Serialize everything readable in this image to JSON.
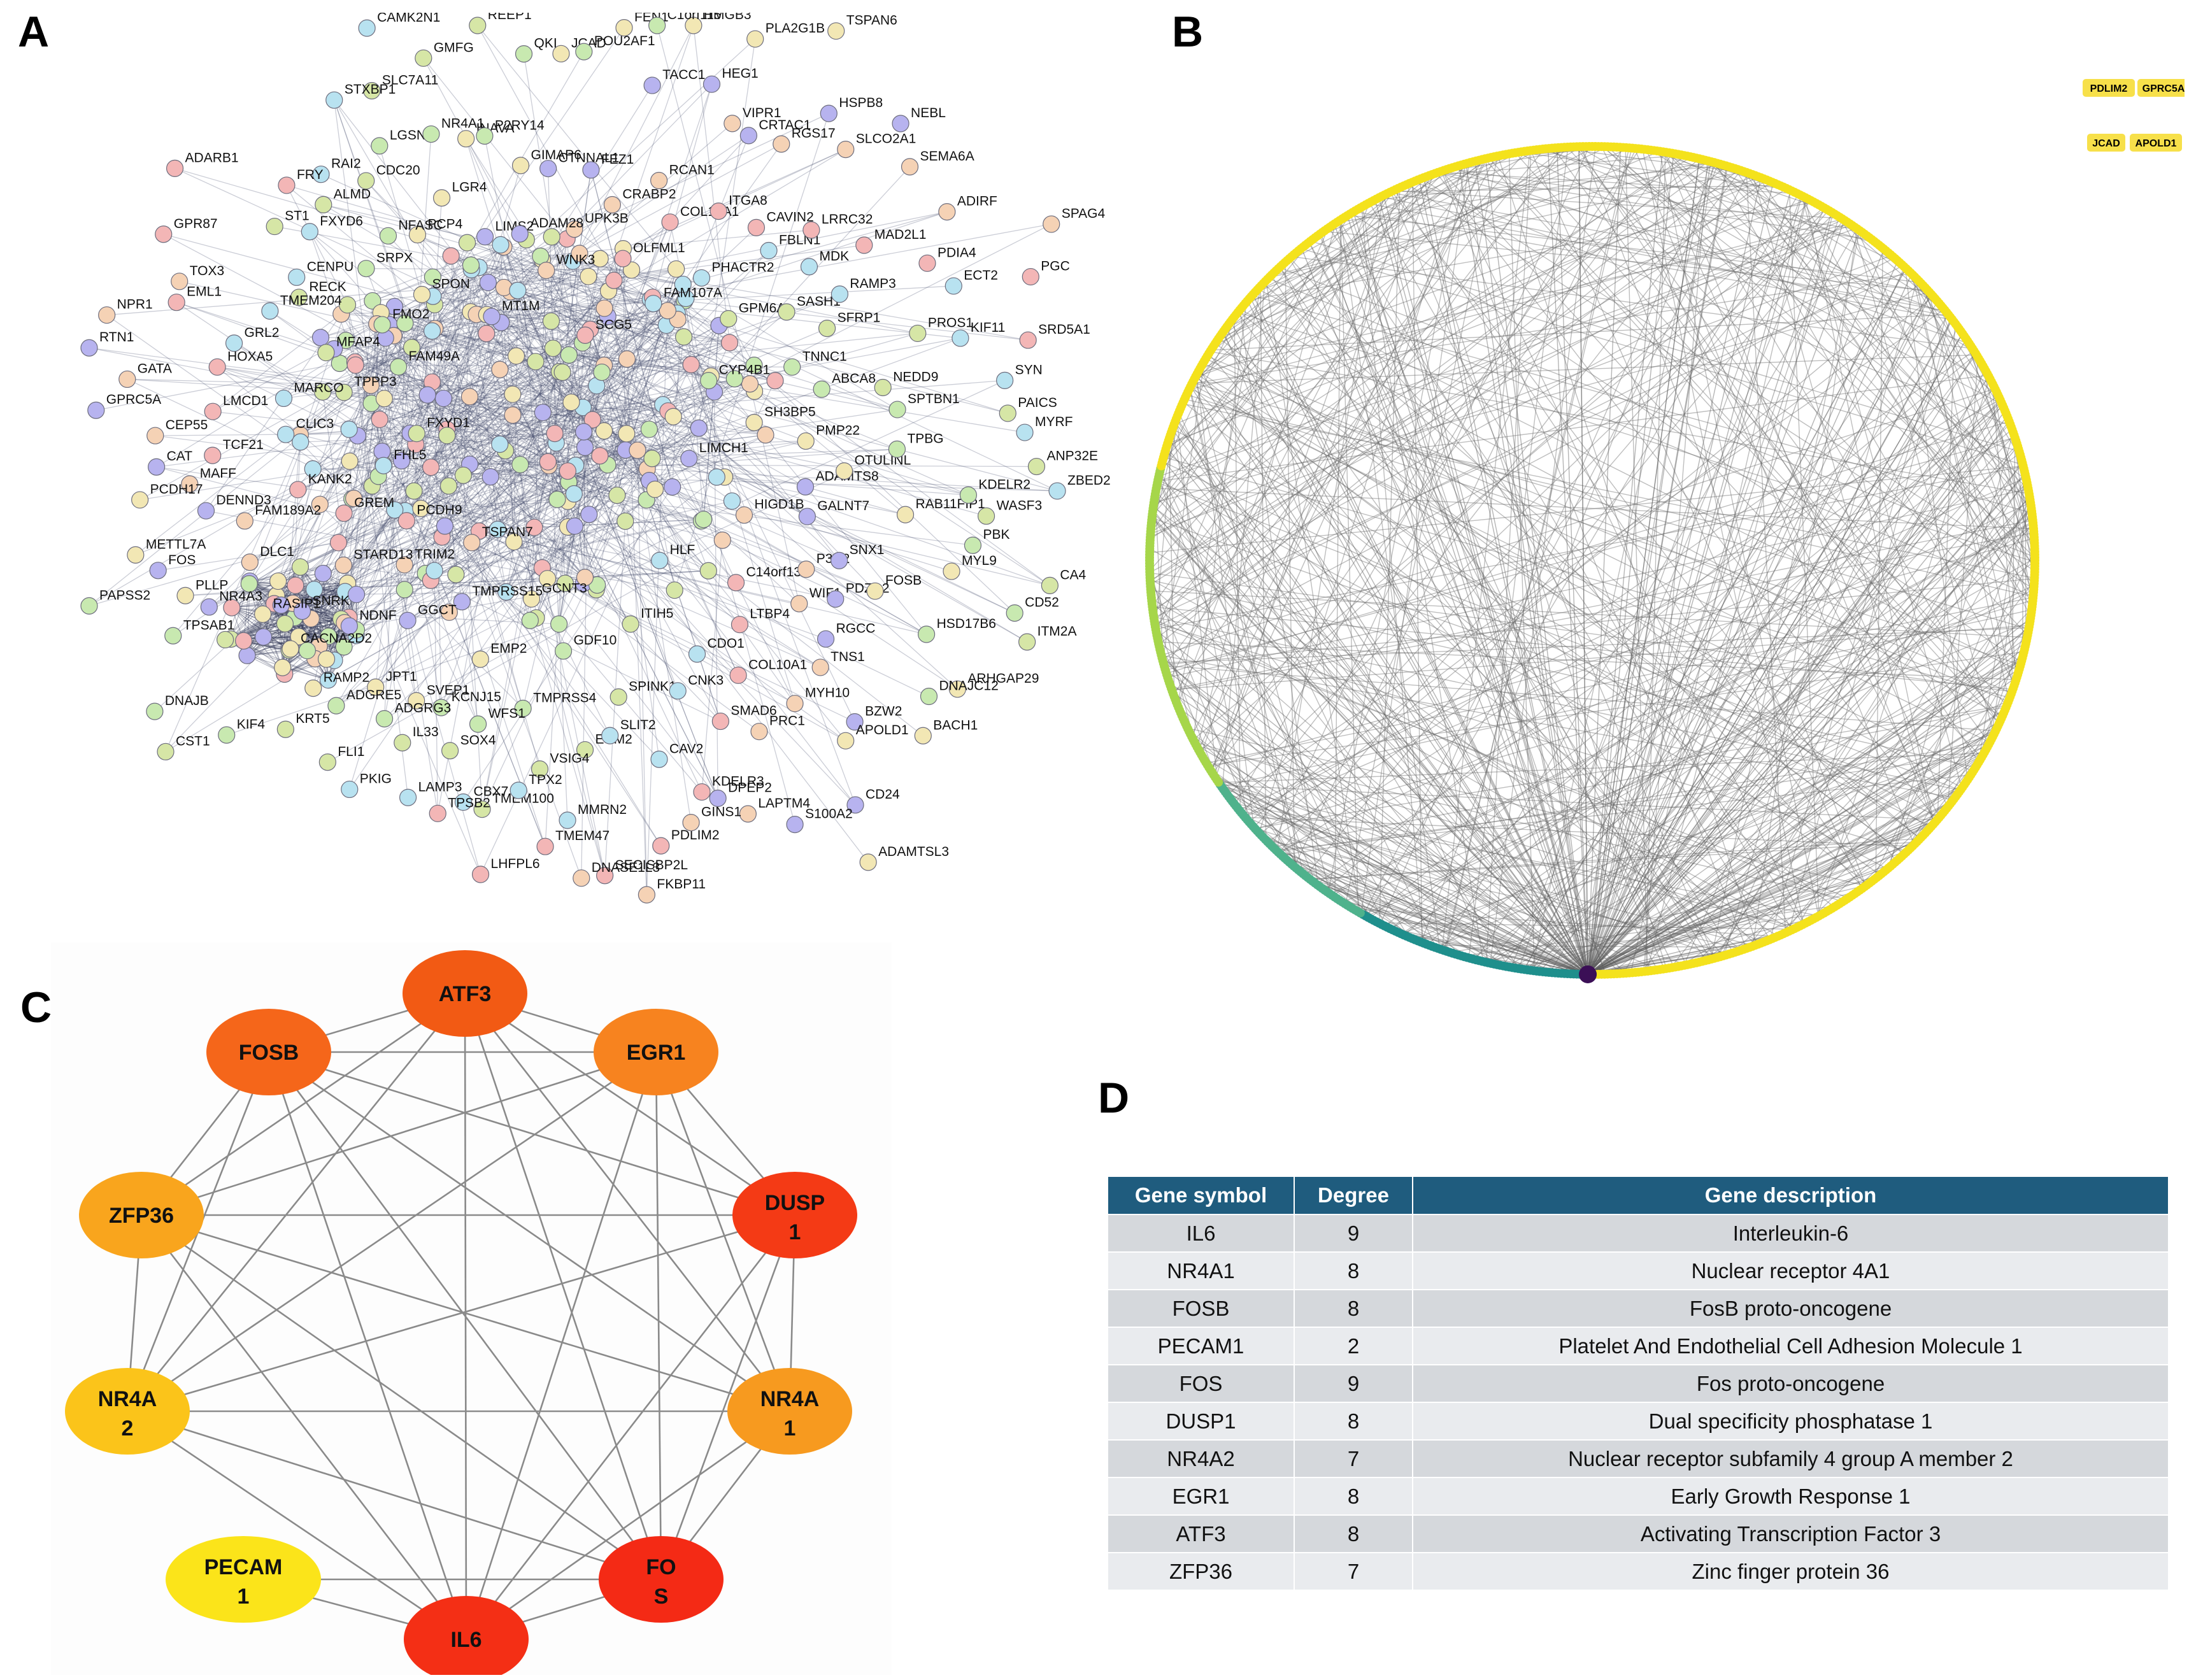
{
  "panels": {
    "a": "A",
    "b": "B",
    "c": "C",
    "d": "D"
  },
  "panel_a": {
    "genes": [
      "LIMCH1",
      "TSPAN7",
      "SCG5",
      "HLF",
      "FXYD1",
      "CYP4B1",
      "GCNT3",
      "MT1M",
      "HIGD1B",
      "PCDH9",
      "FAM107A",
      "ITIH5",
      "FAM49A",
      "SH3BP5",
      "TMPRSS15",
      "WNK3",
      "C14orf13",
      "FHL5",
      "GPM6A",
      "GDF10",
      "SPON",
      "ADAMTS8",
      "TRIM2",
      "OLFML1",
      "CDO1",
      "TPPP3",
      "TNNC1",
      "EMP2",
      "LIMS2",
      "P3H2",
      "GREM",
      "PHACTR2",
      "SPINK1",
      "FMO2",
      "PMP22",
      "GGCT",
      "UPK3B",
      "LTBP4",
      "CLIC3",
      "SASH1",
      "TMPRSS4",
      "PCP4",
      "GALNT7",
      "STARD13",
      "COL13A1",
      "CNK3",
      "MFAP4",
      "ABCA8",
      "SVEP1",
      "ADAM28",
      "WIF1",
      "KANK2",
      "FBLN1",
      "ECM2",
      "SRPX",
      "OTULINL",
      "NDNF",
      "CRABP2",
      "COL10A1",
      "MARCO",
      "SFRP1",
      "WFS1",
      "LGR4",
      "SNX1",
      "DLC1",
      "ITGA8",
      "CAV2",
      "RECK",
      "SPTBN1",
      "JPT1",
      "CTNNAL1",
      "TNS1",
      "TCF21",
      "MDK",
      "VSIG4",
      "NFASC",
      "RAB11FIP1",
      "SNRK",
      "RCAN1",
      "SMAD6",
      "GRL2",
      "PROS1",
      "KCNJ15",
      "INAVA",
      "PDZD2",
      "FAM189A2",
      "CAVIN2",
      "SLIT2",
      "ST1",
      "TPBG",
      "RAMP2",
      "FEZ1",
      "MYH10",
      "LMCD1",
      "RAMP3",
      "TMEM100",
      "LGSN",
      "MYL9",
      "NR4A3",
      "VIPR1",
      "KDELR3",
      "TMEM204",
      "NEDD9",
      "ADGRG3",
      "GIMAP6",
      "RGCC",
      "MAFF",
      "LRRC32",
      "MMRN2",
      "ALMD",
      "KDELR2",
      "CACNA2D2",
      "TACC1",
      "PRC1",
      "HOXA5",
      "ECT2",
      "SOX4",
      "NR4A1",
      "FOSB",
      "FOS",
      "RGS17",
      "PDLIM2",
      "CENPU",
      "PAICS",
      "ADGRE5",
      "JCAD",
      "BZW2",
      "CEP55",
      "MAD2L1",
      "TPX2",
      "CDC20",
      "PBK",
      "RASIP1",
      "HEG1",
      "LAPTM4",
      "EML1",
      "KIF11",
      "IL33",
      "P2RY14",
      "ARHGAP29",
      "DENND3",
      "SLCO2A1",
      "SECISBP2L",
      "FXYD6",
      "ANP32E",
      "KIF4",
      "FEN1",
      "CD24",
      "GATA",
      "PDIA4",
      "CBX7",
      "SLC7A11",
      "CD52",
      "PLLP",
      "CRTAC1",
      "GINS1",
      "GPR87",
      "SYN",
      "FLI1",
      "QKI",
      "BACH1",
      "CAT",
      "SEMA6A",
      "TMEM47",
      "RAI2",
      "WASF3",
      "DNAJB",
      "HMGB3",
      "S100A2",
      "NPR1",
      "PGC",
      "LAMP3",
      "GMFG",
      "HSD17B6",
      "METTL7A",
      "HSPB8",
      "FKBP11",
      "ADARB1",
      "MYRF",
      "KRT5",
      "POU2AF1",
      "APOLD1",
      "GPRC5A",
      "ADIRF",
      "LHFPL6",
      "STXBP1",
      "CA4",
      "TPSAB1",
      "PLA2G1B",
      "DPEP2",
      "TOX3",
      "SRD5A1",
      "PKIG",
      "REEP1",
      "DNAJC12",
      "PCDH17",
      "NEBL",
      "DNASE1L3",
      "FRY",
      "ZBED2",
      "CST1",
      "C1orf115",
      "ADAMTSL3",
      "RTN1",
      "SPAG4",
      "TPSB2",
      "CAMK2N1",
      "ITM2A",
      "PAPSS2",
      "TSPAN6"
    ]
  },
  "panel_b": {
    "legend_nodes": [
      "PDLIM2",
      "GPRC5A",
      "JCAD",
      "APOLD1"
    ]
  },
  "panel_c": {
    "nodes": [
      {
        "id": "ATF3",
        "label1": "ATF3",
        "label2": "",
        "color": "#f25a14"
      },
      {
        "id": "EGR1",
        "label1": "EGR1",
        "label2": "",
        "color": "#f7831f"
      },
      {
        "id": "DUSP1",
        "label1": "DUSP",
        "label2": "1",
        "color": "#f43a15"
      },
      {
        "id": "NR4A1",
        "label1": "NR4A",
        "label2": "1",
        "color": "#f79a1f"
      },
      {
        "id": "FOS",
        "label1": "FO",
        "label2": "S",
        "color": "#f42a15"
      },
      {
        "id": "IL6",
        "label1": "IL6",
        "label2": "",
        "color": "#f42f15"
      },
      {
        "id": "PECAM1",
        "label1": "PECAM",
        "label2": "1",
        "color": "#fbe41a"
      },
      {
        "id": "NR4A2",
        "label1": "NR4A",
        "label2": "2",
        "color": "#fbc41a"
      },
      {
        "id": "ZFP36",
        "label1": "ZFP36",
        "label2": "",
        "color": "#f9a51d"
      },
      {
        "id": "FOSB",
        "label1": "FOSB",
        "label2": "",
        "color": "#f5661a"
      }
    ]
  },
  "panel_d": {
    "headers": [
      "Gene symbol",
      "Degree",
      "Gene description"
    ],
    "rows": [
      {
        "symbol": "IL6",
        "degree": "9",
        "description": "Interleukin-6"
      },
      {
        "symbol": "NR4A1",
        "degree": "8",
        "description": "Nuclear receptor 4A1"
      },
      {
        "symbol": "FOSB",
        "degree": "8",
        "description": "FosB proto-oncogene"
      },
      {
        "symbol": "PECAM1",
        "degree": "2",
        "description": "Platelet And Endothelial Cell Adhesion Molecule 1"
      },
      {
        "symbol": "FOS",
        "degree": "9",
        "description": "Fos proto-oncogene"
      },
      {
        "symbol": "DUSP1",
        "degree": "8",
        "description": "Dual specificity phosphatase 1"
      },
      {
        "symbol": "NR4A2",
        "degree": "7",
        "description": "Nuclear receptor subfamily 4 group A member 2"
      },
      {
        "symbol": "EGR1",
        "degree": "8",
        "description": "Early Growth Response 1"
      },
      {
        "symbol": "ATF3",
        "degree": "8",
        "description": "Activating Transcription Factor 3"
      },
      {
        "symbol": "ZFP36",
        "degree": "7",
        "description": "Zinc finger protein 36"
      }
    ]
  },
  "colors": {
    "table_header": "#1f5c7e",
    "ring_yellow": "#f4e21c",
    "ring_green": "#4fb28c",
    "ring_teal": "#1f8f8c",
    "hub_purple": "#3b0f56"
  }
}
